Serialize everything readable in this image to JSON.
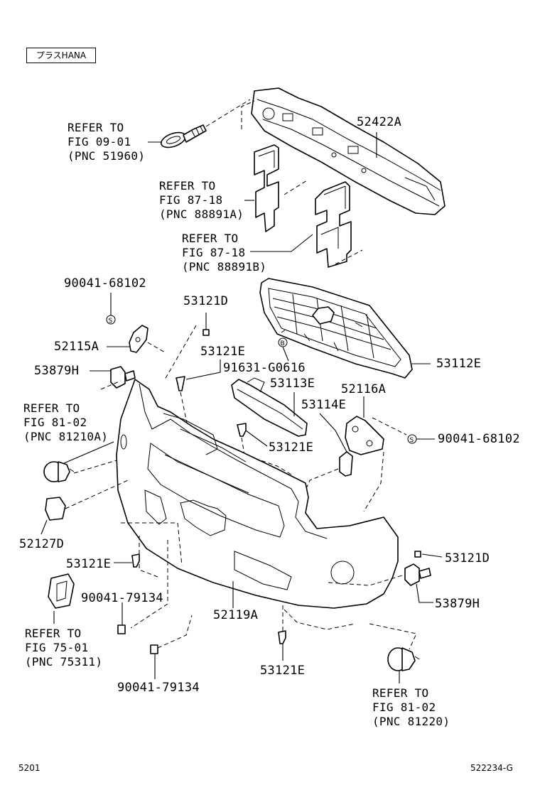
{
  "tag": "プラスHANA",
  "footer_left": "5201",
  "footer_right": "522234-G",
  "labels": {
    "p52422A": "52422A",
    "ref_fig0901": "REFER TO\nFIG 09-01\n(PNC 51960)",
    "ref_fig8718a": "REFER TO\nFIG 87-18\n(PNC 88891A)",
    "ref_fig8718b": "REFER TO\nFIG 87-18\n(PNC 88891B)",
    "p90041_68102_left": "90041-68102",
    "p53121D_top": "53121D",
    "p52115A": "52115A",
    "p53121E_upper": "53121E",
    "p91631": "91631-G0616",
    "p53112E": "53112E",
    "p53879H_left": "53879H",
    "p53113E": "53113E",
    "p52116A": "52116A",
    "ref_fig8102a": "REFER TO\nFIG 81-02\n(PNC 81210A)",
    "p53114E": "53114E",
    "p90041_68102_right": "90041-68102",
    "p53121E_mid": "53121E",
    "p52127D": "52127D",
    "p53121D_right": "53121D",
    "p53121E_left": "53121E",
    "p90041_79134_a": "90041-79134",
    "p52119A": "52119A",
    "p53879H_right": "53879H",
    "ref_fig7501": "REFER TO\nFIG 75-01\n(PNC 75311)",
    "p53121E_bottom": "53121E",
    "p90041_79134_b": "90041-79134",
    "ref_fig8102b": "REFER TO\nFIG 81-02\n(PNC 81220)"
  }
}
